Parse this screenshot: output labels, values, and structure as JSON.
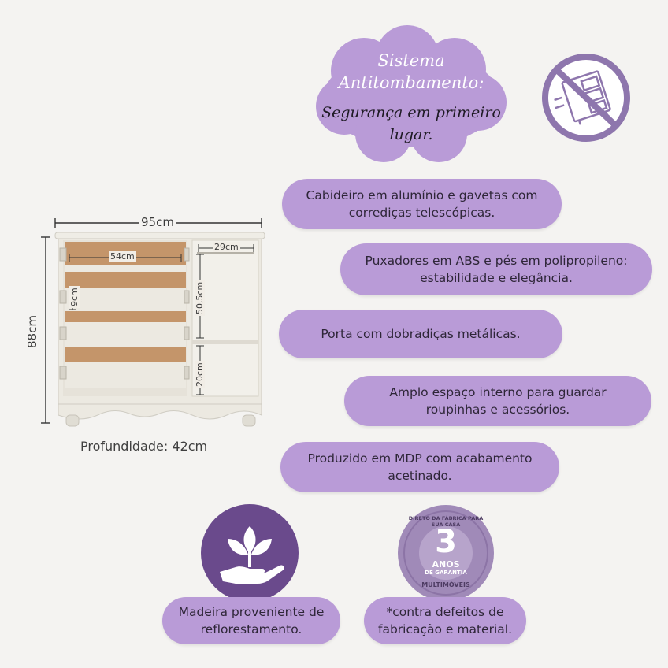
{
  "cloud": {
    "line1": "Sistema",
    "line2": "Antitombamento:",
    "line3": "Segurança em primeiro",
    "line4": "lugar."
  },
  "features": [
    {
      "line1": "Cabideiro em alumínio e gavetas com",
      "line2": "corrediças telescópicas."
    },
    {
      "line1": "Puxadores em ABS e pés em polipropileno:",
      "line2": "estabilidade e elegância."
    },
    {
      "line1": "Porta com dobradiças metálicas.",
      "line2": ""
    },
    {
      "line1": "Amplo espaço interno para guardar",
      "line2": "roupinhas e acessórios."
    },
    {
      "line1": "Produzido em MDP com acabamento",
      "line2": "acetinado."
    }
  ],
  "dimensions": {
    "width": "95cm",
    "height": "88cm",
    "drawer_width": "54cm",
    "side_width": "29cm",
    "drawer_height": "9cm",
    "upper_height": "50,5cm",
    "lower_height": "20cm",
    "depth": "Profundidade: 42cm"
  },
  "eco": {
    "line1": "Madeira proveniente de",
    "line2": "reflorestamento."
  },
  "warranty": {
    "line1": "*contra defeitos de",
    "line2": "fabricação e material.",
    "seal_top": "DIRETO DA FÁBRICA PARA SUA CASA",
    "seal_number": "3",
    "seal_anos": "ANOS",
    "seal_garantia": "DE GARANTIA",
    "seal_brand": "MULTIMÓVEIS"
  },
  "colors": {
    "accent": "#b99bd7",
    "dark_purple": "#6a4a8c",
    "seal": "#a08ab8"
  }
}
